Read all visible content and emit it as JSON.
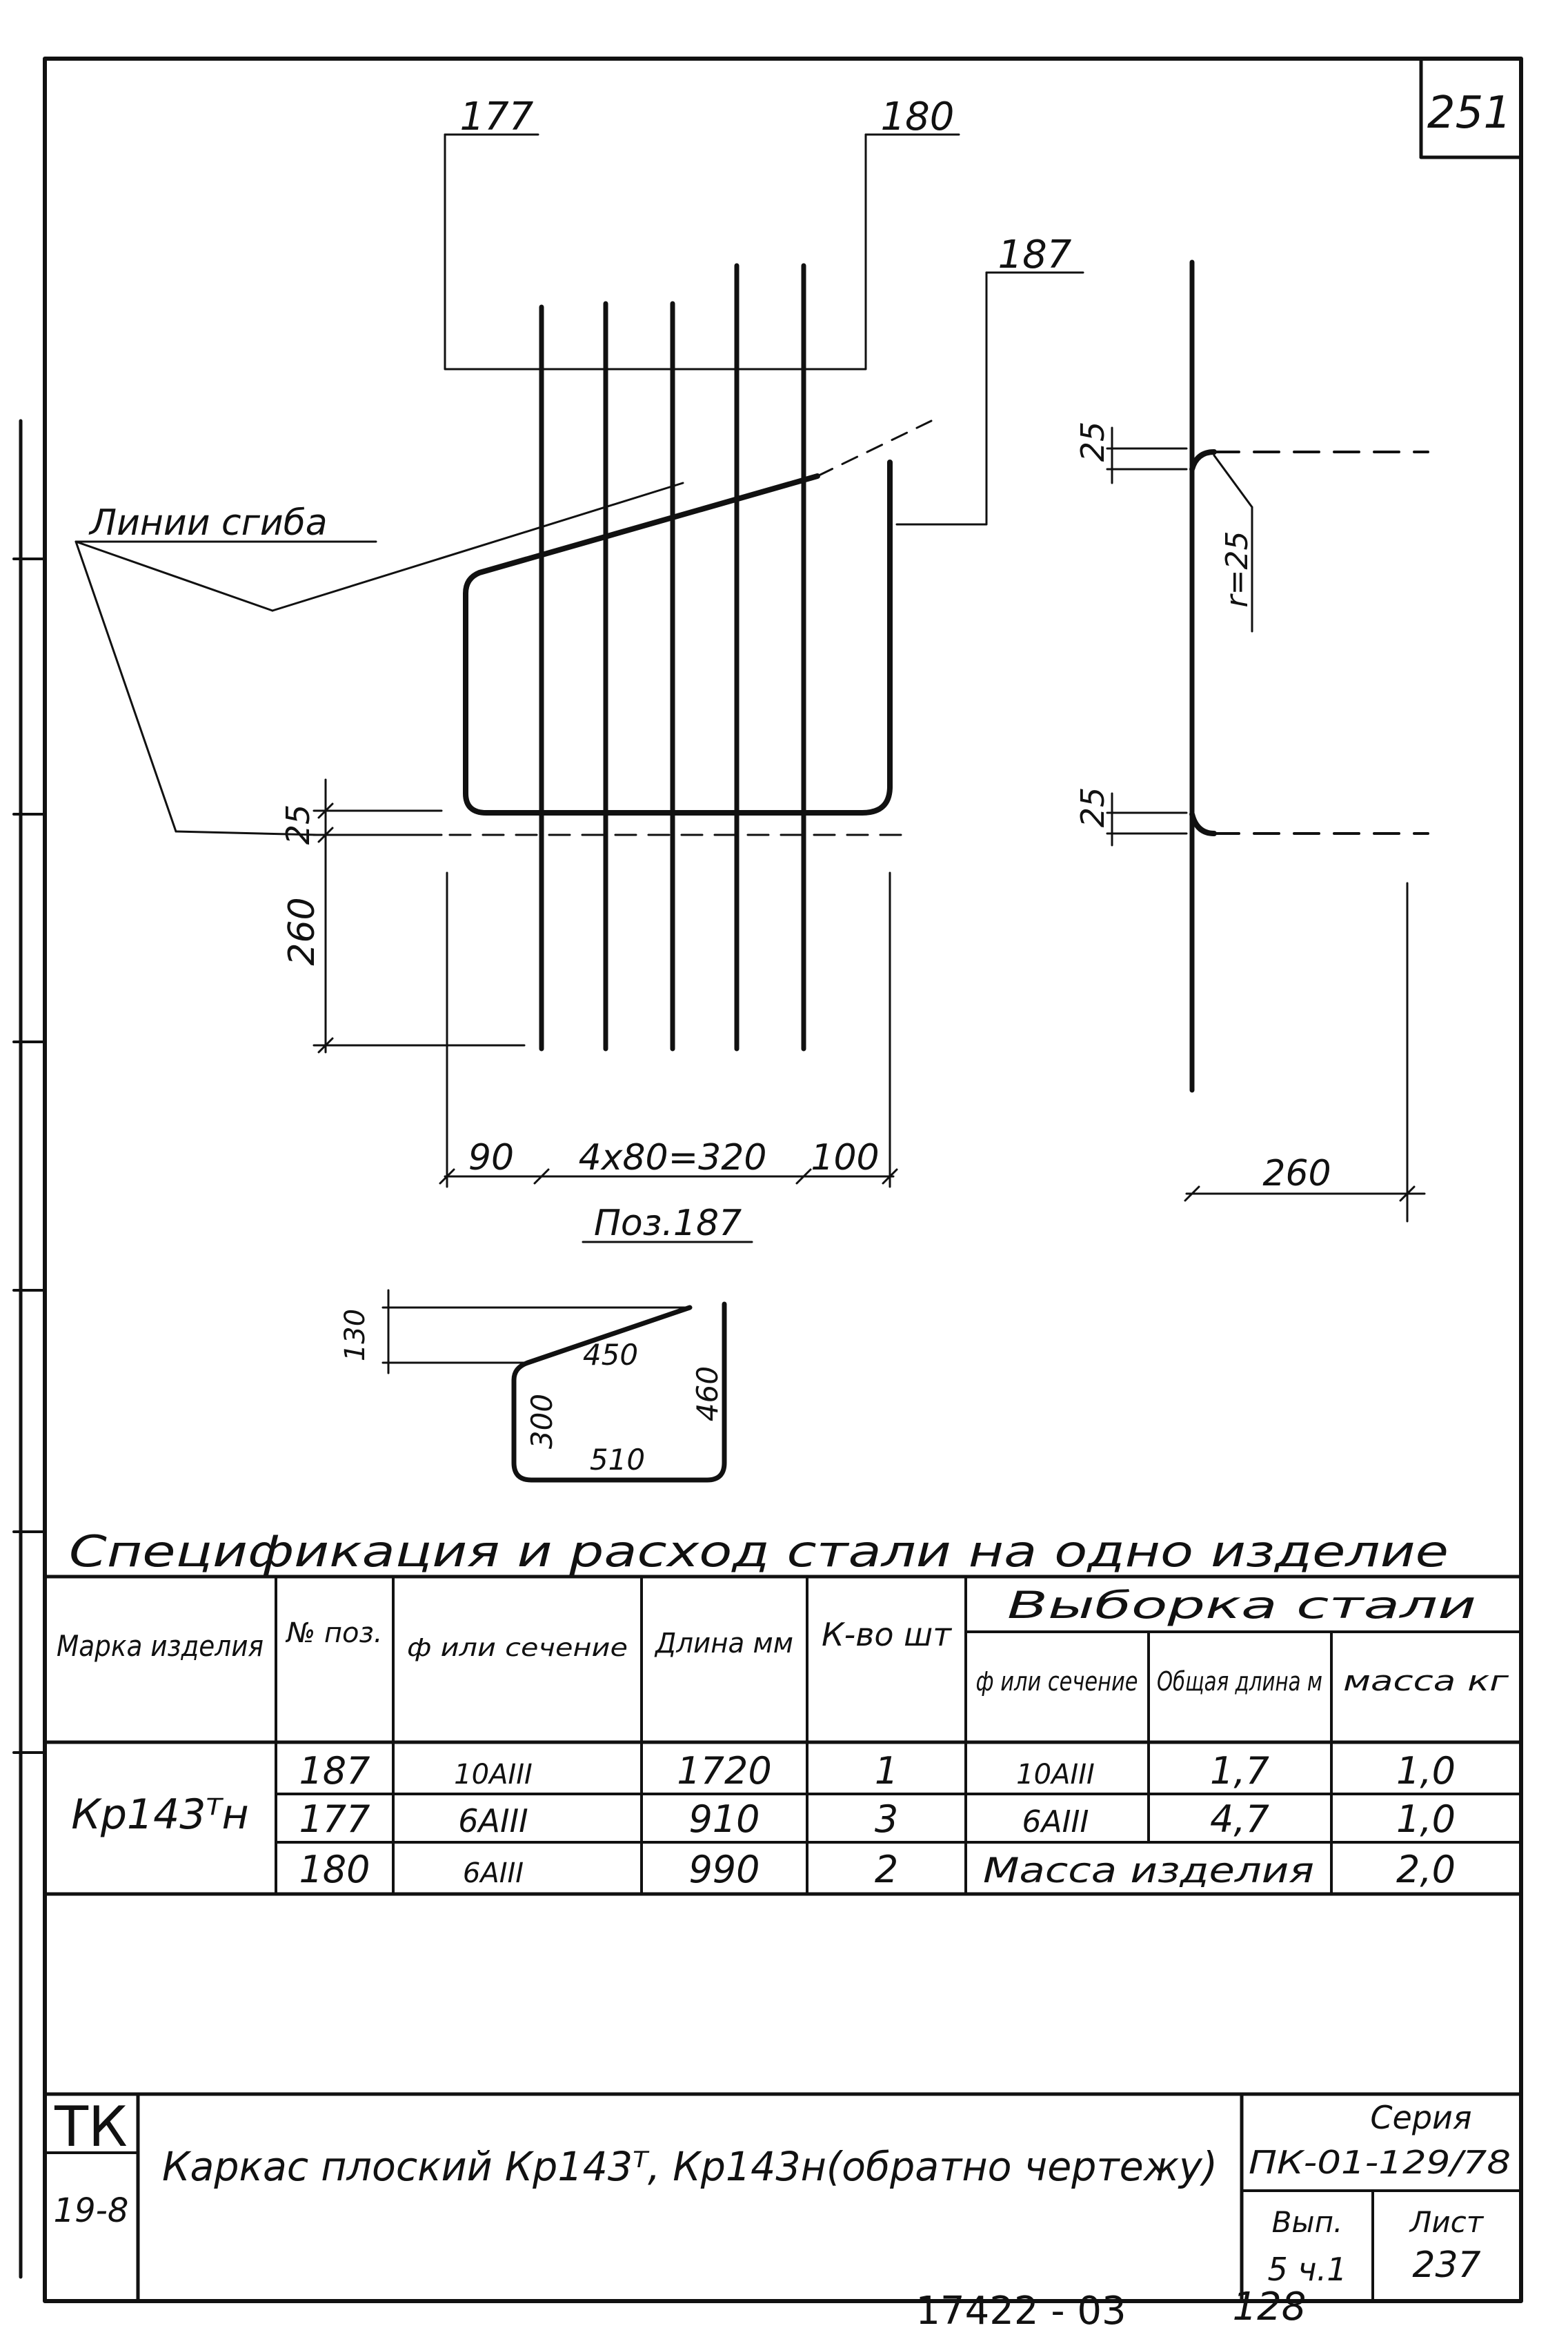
{
  "sheet": {
    "number": "251",
    "footer_code": "17422 - 03",
    "footer_page": "128"
  },
  "drawing": {
    "top_labels": [
      "177",
      "180",
      "187"
    ],
    "bend_lines_label": "Линии сгиба",
    "dim_25_a": "25",
    "dim_260_v": "260",
    "dim_90": "90",
    "dim_4x80": "4х80=320",
    "dim_100": "100",
    "position_caption": "Поз.187",
    "side_dim_25_top": "25",
    "side_dim_25_bottom": "25",
    "side_radius": "r=25",
    "side_dim_260": "260",
    "small_dim_130": "130",
    "small_dim_450": "450",
    "small_dim_300": "300",
    "small_dim_460": "460",
    "small_dim_510": "510"
  },
  "spec": {
    "title": "Спецификация и расход стали на одно изделие",
    "headers": {
      "mark": "Марка изделия",
      "pos": "№ поз.",
      "section": "ф или сечение",
      "length": "Длина мм",
      "count": "К-во шт",
      "selection": "Выборка стали",
      "sel_section": "ф или сечение",
      "sel_total_length": "Общая длина м",
      "sel_mass": "масса кг"
    },
    "mark_value": "Кр143ᵀн",
    "rows": [
      {
        "pos": "187",
        "section": "10АIII",
        "length": "1720",
        "count": "1",
        "sel_section": "10АIII",
        "sel_length": "1,7",
        "sel_mass": "1,0"
      },
      {
        "pos": "177",
        "section": "6АIII",
        "length": "910",
        "count": "3",
        "sel_section": "6АIII",
        "sel_length": "4,7",
        "sel_mass": "1,0"
      },
      {
        "pos": "180",
        "section": "6АIII",
        "length": "990",
        "count": "2",
        "sel_section": "",
        "sel_length": "",
        "sel_mass": ""
      }
    ],
    "mass_label": "Масса изделия",
    "mass_value": "2,0"
  },
  "title_block": {
    "org": "ТК",
    "org_code": "19-8",
    "description": "Каркас плоский Кр143ᵀ, Кр143н(обратно чертежу)",
    "series_label": "Серия",
    "series_value": "ПК-01-129/78",
    "issue_label": "Вып.",
    "issue_value": "5 ч.1",
    "sheet_label": "Лист",
    "sheet_value": "237"
  }
}
